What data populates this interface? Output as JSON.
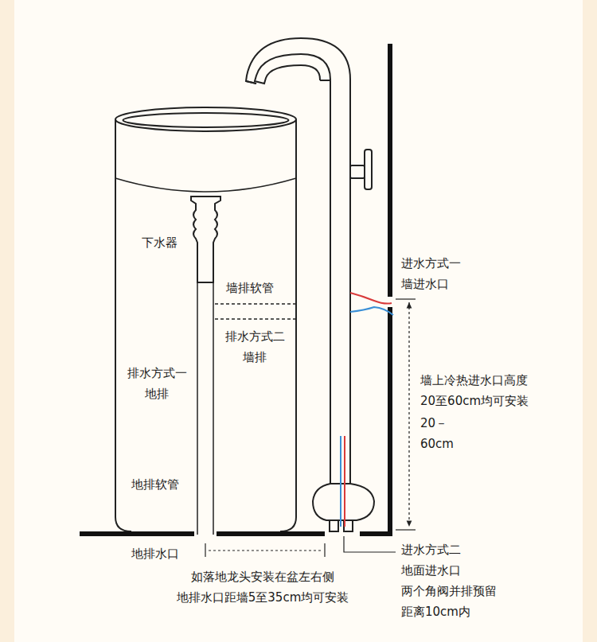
{
  "diagram": {
    "labels": [
      "进水方式一 墙进水口",
      "下水器",
      "墙排软管",
      "排水方式二 墙排",
      "墙上冷热进水口高度 20至60cm均可安装",
      "20－60cm",
      "排水方式一 地排",
      "地排软管",
      "地排水口",
      "进水方式二 地面进水口 两个角阀并排预留 距离10cm内",
      "如落地龙头安装在盆左右侧 地排水口距墙5至35cm均可安装"
    ]
  }
}
